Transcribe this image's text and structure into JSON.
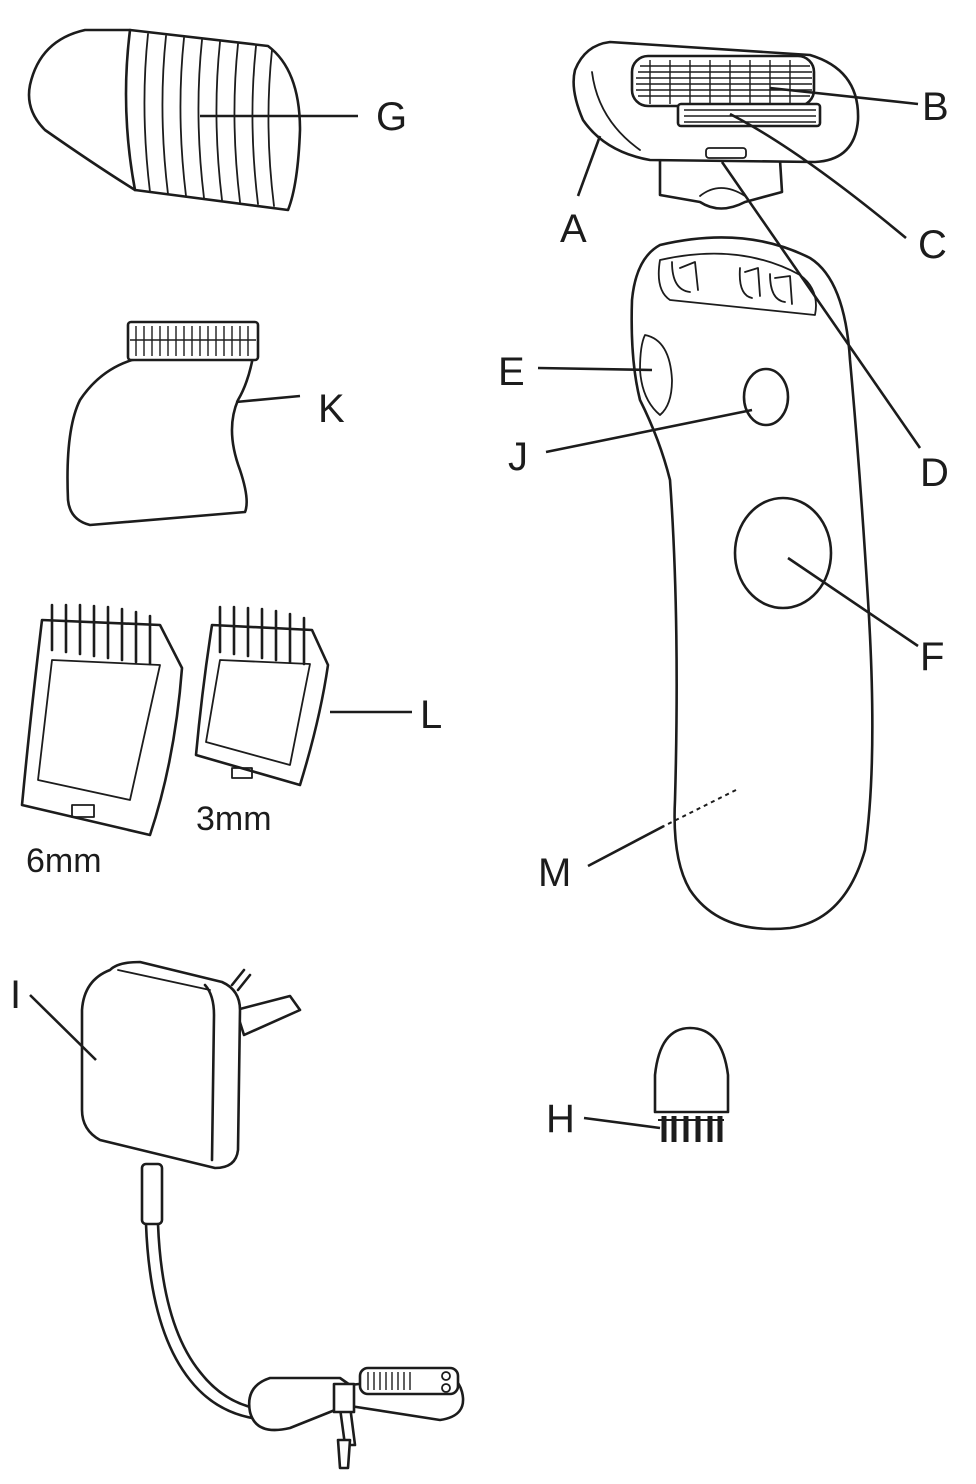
{
  "labels": {
    "a": "A",
    "b": "B",
    "c": "C",
    "d": "D",
    "e": "E",
    "f": "F",
    "g": "G",
    "h": "H",
    "i": "I",
    "j": "J",
    "k": "K",
    "l": "L",
    "m": "M"
  },
  "comb_sizes": {
    "large": "6mm",
    "small": "3mm"
  }
}
